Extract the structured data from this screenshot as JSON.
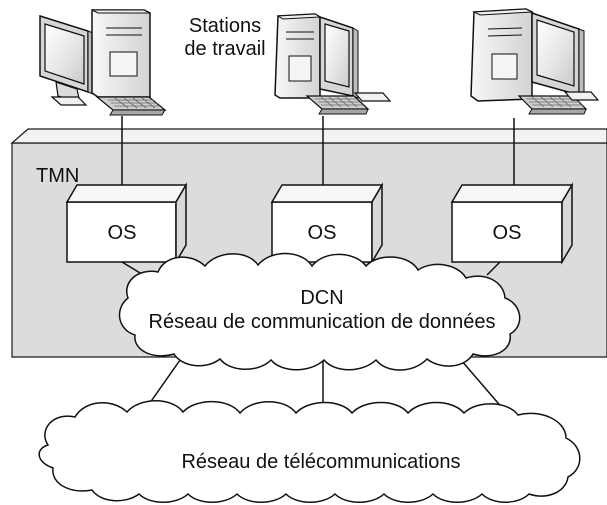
{
  "workstations_label": [
    "Stations",
    "de travail"
  ],
  "tmn_label": "TMN",
  "os_boxes": [
    "OS",
    "OS",
    "OS"
  ],
  "dcn": {
    "title": "DCN",
    "subtitle": "Réseau de communication de données"
  },
  "telecom_network_label": "Réseau de télécommunications",
  "colors": {
    "tmn_fill": "#dcdcdc",
    "tmn_top": "#f2f2f2",
    "line": "#111111",
    "box_fill": "#ffffff",
    "box_side": "#d8d8d8"
  }
}
